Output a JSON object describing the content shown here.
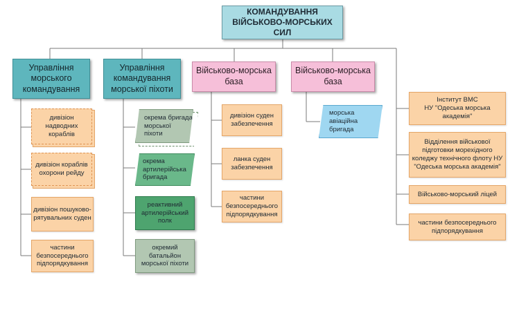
{
  "root": {
    "line1": "КОМАНДУВАННЯ",
    "line2": "ВІЙСЬКОВО-МОРСЬКИХ СИЛ"
  },
  "branches": {
    "naval_command": {
      "line1": "Управління",
      "line2": "морського",
      "line3": "командування"
    },
    "marines_command": {
      "line1": "Управління",
      "line2": "командування",
      "line3": "морської піхоти"
    },
    "naval_base_1": {
      "line1": "Військово-морська",
      "line2": "база"
    },
    "naval_base_2": {
      "line1": "Військово-морська",
      "line2": "база"
    }
  },
  "naval_command_units": [
    {
      "line1": "дивізіон",
      "line2": "надводних",
      "line3": "кораблів"
    },
    {
      "line1": "дивізіон кораблів",
      "line2": "охорони рейду"
    },
    {
      "line1": "дивізіон пошуково-",
      "line2": "рятувальних суден"
    },
    {
      "line1": "частини",
      "line2": "безпосереднього",
      "line3": "підпорядкування"
    }
  ],
  "marines_units": [
    {
      "line1": "окрема бригада",
      "line2": "морської",
      "line3": "піхоти"
    },
    {
      "line1": "окрема",
      "line2": "артилерійська",
      "line3": "бригада"
    },
    {
      "line1": "реактивний",
      "line2": "артилерійський",
      "line3": "полк"
    },
    {
      "line1": "окремий",
      "line2": "батальйон",
      "line3": "морської піхоти"
    }
  ],
  "base1_units": [
    {
      "line1": "дивізіон суден",
      "line2": "забезпечення"
    },
    {
      "line1": "ланка суден",
      "line2": "забезпечення"
    },
    {
      "line1": "частини",
      "line2": "безпосереднього",
      "line3": "підпорядкування"
    }
  ],
  "base2_units": [
    {
      "line1": "морська",
      "line2": "авіаційна",
      "line3": "бригада"
    }
  ],
  "right_units": [
    {
      "line1": "Інститут ВМС",
      "line2": "НУ \"Одеська морська",
      "line3": "академія\""
    },
    {
      "line1": "Відділення військової",
      "line2": "підготовки морехідного",
      "line3": "коледжу технічного флоту НУ",
      "line4": "\"Одеська морська академія\""
    },
    {
      "line1": "Військово-морський ліцей"
    },
    {
      "line1": "частини безпосереднього",
      "line2": "підпорядкування"
    }
  ]
}
